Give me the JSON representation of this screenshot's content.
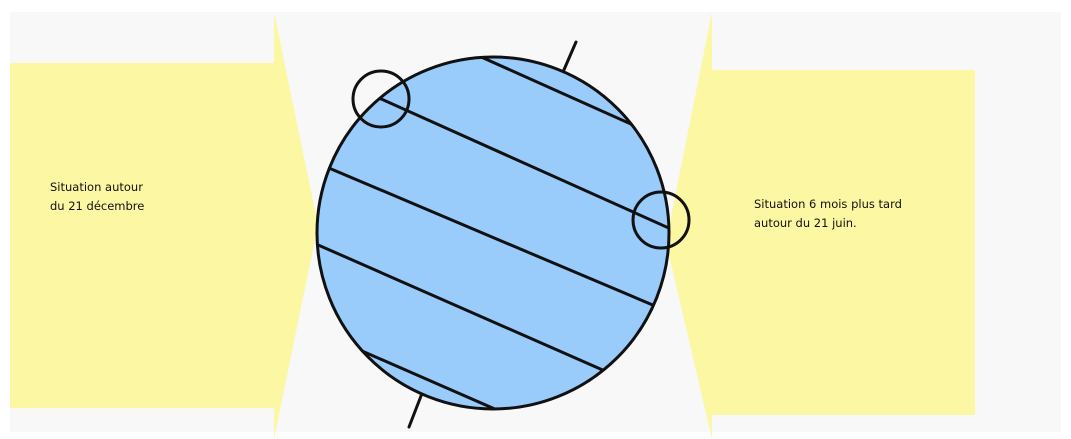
{
  "left_panel": {
    "line1": "Situation autour",
    "line2": "du 21 décembre"
  },
  "right_panel": {
    "line1": "Situation 6 mois plus tard",
    "line2": "autour du 21 juin."
  },
  "colors": {
    "panel_fill": "#fbf7a2",
    "background": "#f8f8f8",
    "earth_fill": "#99cbfb",
    "stroke": "#111111"
  }
}
